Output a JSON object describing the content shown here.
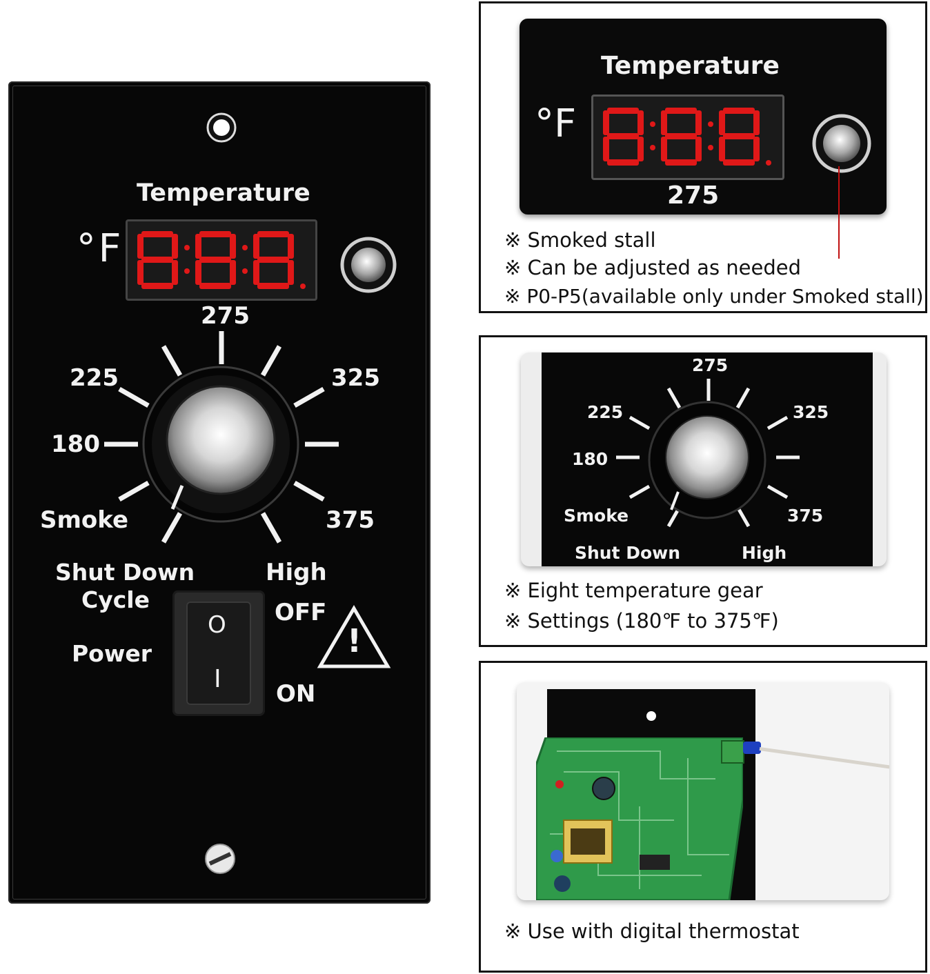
{
  "panel": {
    "title": "Temperature",
    "unit": "°F",
    "display": "8:8:8",
    "dial": {
      "top": "275",
      "left_upper": "225",
      "right_upper": "325",
      "left_mid": "180",
      "left_lower": "Smoke",
      "right_lower": "375",
      "bottom_left_1": "Shut Down",
      "bottom_left_2": "Cycle",
      "bottom_right": "High"
    },
    "power_label": "Power",
    "off_label": "OFF",
    "on_label": "ON",
    "switch_off_glyph": "O",
    "switch_on_glyph": "I",
    "warning_glyph": "!",
    "icons": [
      "mounting-hole-icon",
      "probe-button-icon",
      "temperature-knob-icon",
      "rocker-switch-icon",
      "warning-triangle-icon"
    ]
  },
  "box1": {
    "title": "Temperature",
    "unit": "°F",
    "value": "275",
    "notes": [
      "※ Smoked stall",
      "※ Can be adjusted as needed",
      "※ P0-P5(available only under Smoked stall)"
    ]
  },
  "box2": {
    "dial": {
      "top": "275",
      "left_upper": "225",
      "right_upper": "325",
      "left_mid": "180",
      "left_lower": "Smoke",
      "right_lower": "375",
      "bottom_left": "Shut Down",
      "bottom_right": "High"
    },
    "notes": [
      "※ Eight temperature gear",
      "※ Settings (180℉ to 375℉)"
    ]
  },
  "box3": {
    "notes": [
      "※ Use with digital thermostat"
    ]
  },
  "colors": {
    "panel": "#070707",
    "led": "#e01818",
    "pcb": "#2f9a4a",
    "frame": "#111111"
  }
}
